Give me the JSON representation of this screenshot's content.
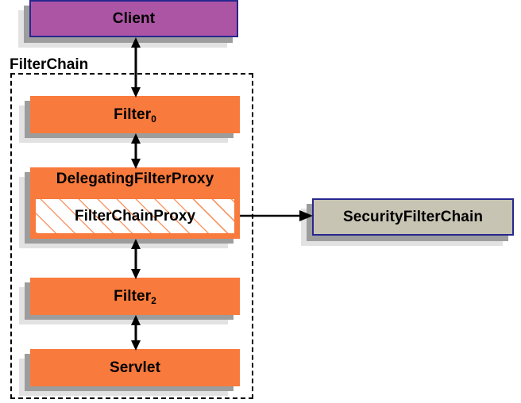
{
  "diagram": {
    "title": "Spring Security FilterChain / DelegatingFilterProxy diagram",
    "type": "flow-diagram",
    "colors": {
      "client_fill": "#ad55a5",
      "filter_fill": "#f87a3c",
      "security_fill": "#c8c4b4",
      "node_border": "#27278f",
      "hatch_line": "#f89a6c",
      "shadow_dark": "#9d9d9d",
      "shadow_light": "#e2e2e2",
      "connector": "#000000",
      "group_border": "#000000"
    }
  },
  "group": {
    "label": "FilterChain",
    "border_style": "dashed"
  },
  "nodes": {
    "client": {
      "label": "Client"
    },
    "filter0": {
      "label": "Filter",
      "subscript": "0"
    },
    "delegating_filter_proxy": {
      "label": "DelegatingFilterProxy"
    },
    "filter_chain_proxy": {
      "label": "FilterChainProxy"
    },
    "filter2": {
      "label": "Filter",
      "subscript": "2"
    },
    "servlet": {
      "label": "Servlet"
    },
    "security_filter_chain": {
      "label": "SecurityFilterChain"
    }
  },
  "connectors": [
    {
      "name": "client-to-filter0",
      "from": "client",
      "to": "filter0",
      "arrow": "both",
      "orientation": "vertical"
    },
    {
      "name": "filter0-to-delegatingfilterproxy",
      "from": "filter0",
      "to": "delegating_filter_proxy",
      "arrow": "both",
      "orientation": "vertical"
    },
    {
      "name": "delegatingfilterproxy-to-filter2",
      "from": "delegating_filter_proxy",
      "to": "filter2",
      "arrow": "both",
      "orientation": "vertical"
    },
    {
      "name": "filter2-to-servlet",
      "from": "filter2",
      "to": "servlet",
      "arrow": "both",
      "orientation": "vertical"
    },
    {
      "name": "filterchainproxy-to-securityfilterchain",
      "from": "filter_chain_proxy",
      "to": "security_filter_chain",
      "arrow": "end",
      "orientation": "horizontal"
    }
  ]
}
